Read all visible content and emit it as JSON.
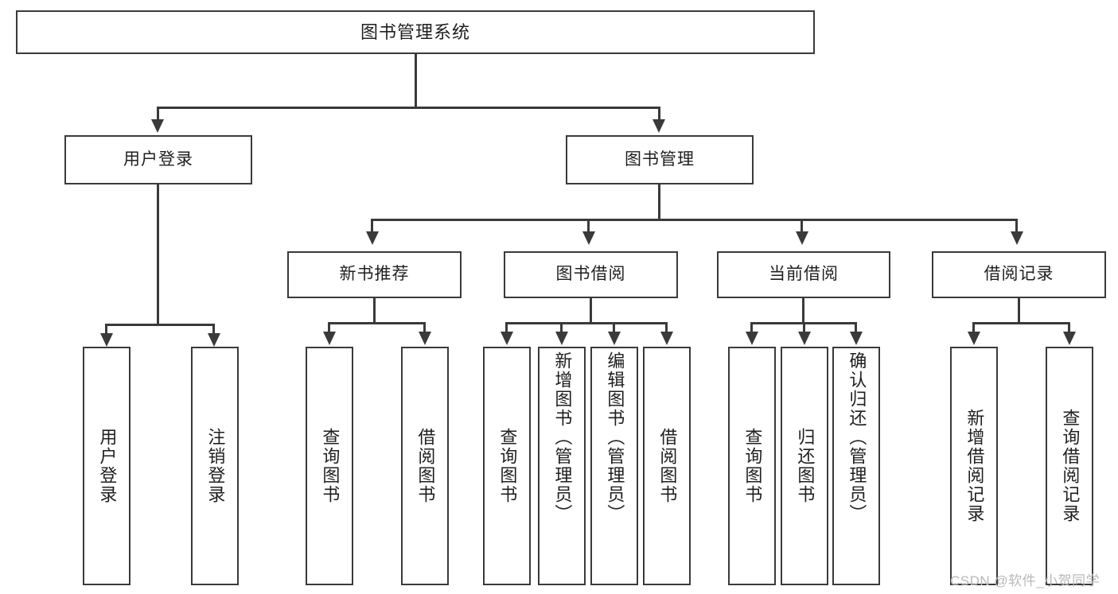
{
  "diagram": {
    "title_node": {
      "label": "图书管理系统"
    },
    "level2": [
      {
        "label": "用户登录"
      },
      {
        "label": "图书管理"
      }
    ],
    "level3": [
      {
        "label": "新书推荐"
      },
      {
        "label": "图书借阅"
      },
      {
        "label": "当前借阅"
      },
      {
        "label": "借阅记录"
      }
    ],
    "leaves": {
      "user_login": [
        {
          "label": "用户登录"
        },
        {
          "label": "注销登录"
        }
      ],
      "new_book_recommend": [
        {
          "label": "查询图书"
        },
        {
          "label": "借阅图书"
        }
      ],
      "book_borrow": [
        {
          "label": "查询图书"
        },
        {
          "label": "新增图书（管理员）"
        },
        {
          "label": "编辑图书（管理员）"
        },
        {
          "label": "借阅图书"
        }
      ],
      "current_borrow": [
        {
          "label": "查询图书"
        },
        {
          "label": "归还图书"
        },
        {
          "label": "确认归还（管理员）"
        }
      ],
      "borrow_record": [
        {
          "label": "新增借阅记录"
        },
        {
          "label": "查询借阅记录"
        }
      ]
    }
  },
  "watermark": {
    "text": "CSDN @软件_小贺同学"
  },
  "colors": {
    "stroke": "#3a3a3a",
    "background": "#ffffff",
    "text": "#1f1f1f",
    "watermark": "#b9b9b9"
  }
}
